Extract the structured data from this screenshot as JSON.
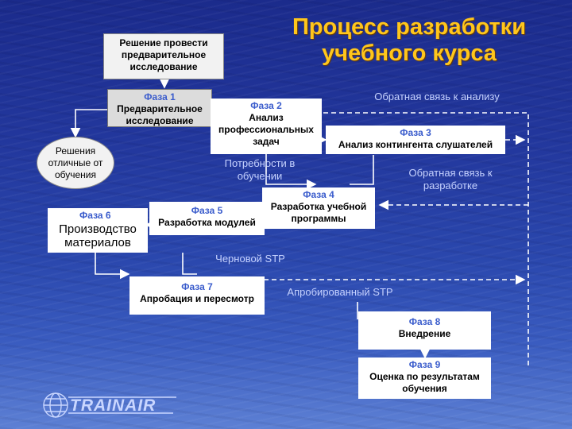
{
  "title": "Процесс разработки учебного курса",
  "nodes": {
    "decision": "Решение провести предварительное исследование",
    "phase1": {
      "phase": "Фаза 1",
      "label": "Предварительное исследование"
    },
    "phase2": {
      "phase": "Фаза 2",
      "label": "Анализ профессиональных задач"
    },
    "phase3": {
      "phase": "Фаза 3",
      "label": "Анализ контингента слушателей"
    },
    "phase4": {
      "phase": "Фаза 4",
      "label": "Разработка учебной программы"
    },
    "phase5": {
      "phase": "Фаза 5",
      "label": "Разработка модулей"
    },
    "phase6": {
      "phase": "Фаза 6",
      "label": "Производство материалов"
    },
    "phase7": {
      "phase": "Фаза 7",
      "label": "Апробация и пересмотр"
    },
    "phase8": {
      "phase": "Фаза 8",
      "label": "Внедрение"
    },
    "phase9": {
      "phase": "Фаза 9",
      "label": "Оценка по результатам обучения"
    },
    "non_training": "Решения отличные от обучения"
  },
  "annotations": {
    "feedback_analysis": "Обратная связь к анализу",
    "training_needs": "Потребности в обучении",
    "feedback_development": "Обратная связь к разработке",
    "draft_stp": "Черновой STP",
    "tested_stp": "Апробированный STP"
  },
  "logo": "TRAINAIR",
  "colors": {
    "title": "#ffc61c",
    "phase_label": "#3a5ccc",
    "annotation": "#c6d2ff",
    "box_fill": "#ffffff"
  }
}
